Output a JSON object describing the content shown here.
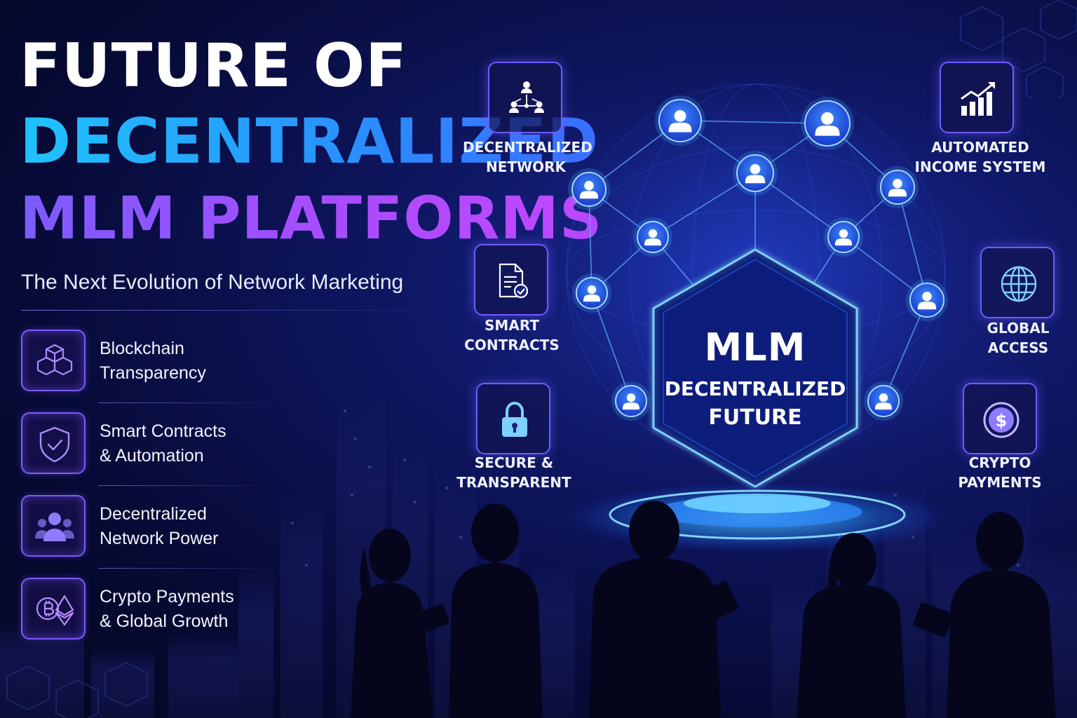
{
  "title": {
    "line1": "FUTURE OF",
    "line2": "DECENTRALIZED",
    "line3": "MLM PLATFORMS"
  },
  "subtitle": "The Next Evolution of Network Marketing",
  "features": [
    {
      "label_line1": "Blockchain",
      "label_line2": "Transparency",
      "icon": "blockchain-cubes-icon"
    },
    {
      "label_line1": "Smart Contracts",
      "label_line2": "& Automation",
      "icon": "shield-check-icon"
    },
    {
      "label_line1": "Decentralized",
      "label_line2": "Network Power",
      "icon": "people-network-icon"
    },
    {
      "label_line1": "Crypto Payments",
      "label_line2": "& Global Growth",
      "icon": "bitcoin-ethereum-icon"
    }
  ],
  "center": {
    "line1": "MLM",
    "line2": "DECENTRALIZED",
    "line3": "FUTURE"
  },
  "cards": [
    {
      "label": "DECENTRALIZED\nNETWORK",
      "icon": "network-nodes-icon"
    },
    {
      "label": "SMART\nCONTRACTS",
      "icon": "contract-document-icon"
    },
    {
      "label": "SECURE &\nTRANSPARENT",
      "icon": "padlock-icon"
    },
    {
      "label": "AUTOMATED\nINCOME SYSTEM",
      "icon": "growth-chart-icon"
    },
    {
      "label": "GLOBAL\nACCESS",
      "icon": "globe-icon"
    },
    {
      "label": "CRYPTO\nPAYMENTS",
      "icon": "dollar-coin-icon"
    }
  ],
  "colors": {
    "accent_cyan": "#22b7ff",
    "accent_purple": "#a64dff",
    "background": "#070a35",
    "glow_blue": "#3aa0ff"
  }
}
